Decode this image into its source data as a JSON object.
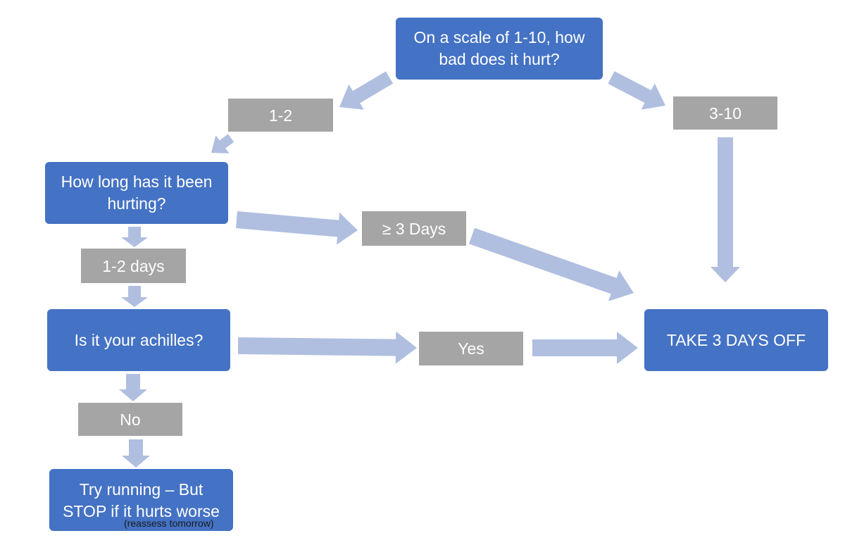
{
  "diagram": {
    "nodes": {
      "pain_scale": {
        "text": "On a scale of 1-10, how bad does it hurt?"
      },
      "range_1_2": {
        "text": "1-2"
      },
      "range_3_10": {
        "text": "3-10"
      },
      "how_long": {
        "text": "How long has it been hurting?"
      },
      "three_days_plus": {
        "text": "≥ 3 Days"
      },
      "one_two_days": {
        "text": "1-2 days"
      },
      "achilles": {
        "text": "Is it your achilles?"
      },
      "yes": {
        "text": "Yes"
      },
      "take_off": {
        "text": "TAKE 3 DAYS OFF"
      },
      "no": {
        "text": "No"
      },
      "try_running": {
        "text": "Try running – But STOP if it hurts worse"
      },
      "reassess": {
        "text": "(reassess tomorrow)"
      }
    },
    "colors": {
      "question_box": "#4472c4",
      "answer_box": "#a5a5a5",
      "arrow": "#b0bfe0",
      "text_light": "#ffffff",
      "text_dark": "#1a1a1a"
    },
    "edges": [
      {
        "from": "pain_scale",
        "to": "range_1_2"
      },
      {
        "from": "pain_scale",
        "to": "range_3_10"
      },
      {
        "from": "range_1_2",
        "to": "how_long"
      },
      {
        "from": "range_3_10",
        "to": "take_off"
      },
      {
        "from": "how_long",
        "to": "three_days_plus"
      },
      {
        "from": "three_days_plus",
        "to": "take_off"
      },
      {
        "from": "how_long",
        "to": "one_two_days"
      },
      {
        "from": "one_two_days",
        "to": "achilles"
      },
      {
        "from": "achilles",
        "to": "yes"
      },
      {
        "from": "yes",
        "to": "take_off"
      },
      {
        "from": "achilles",
        "to": "no"
      },
      {
        "from": "no",
        "to": "try_running"
      }
    ]
  }
}
